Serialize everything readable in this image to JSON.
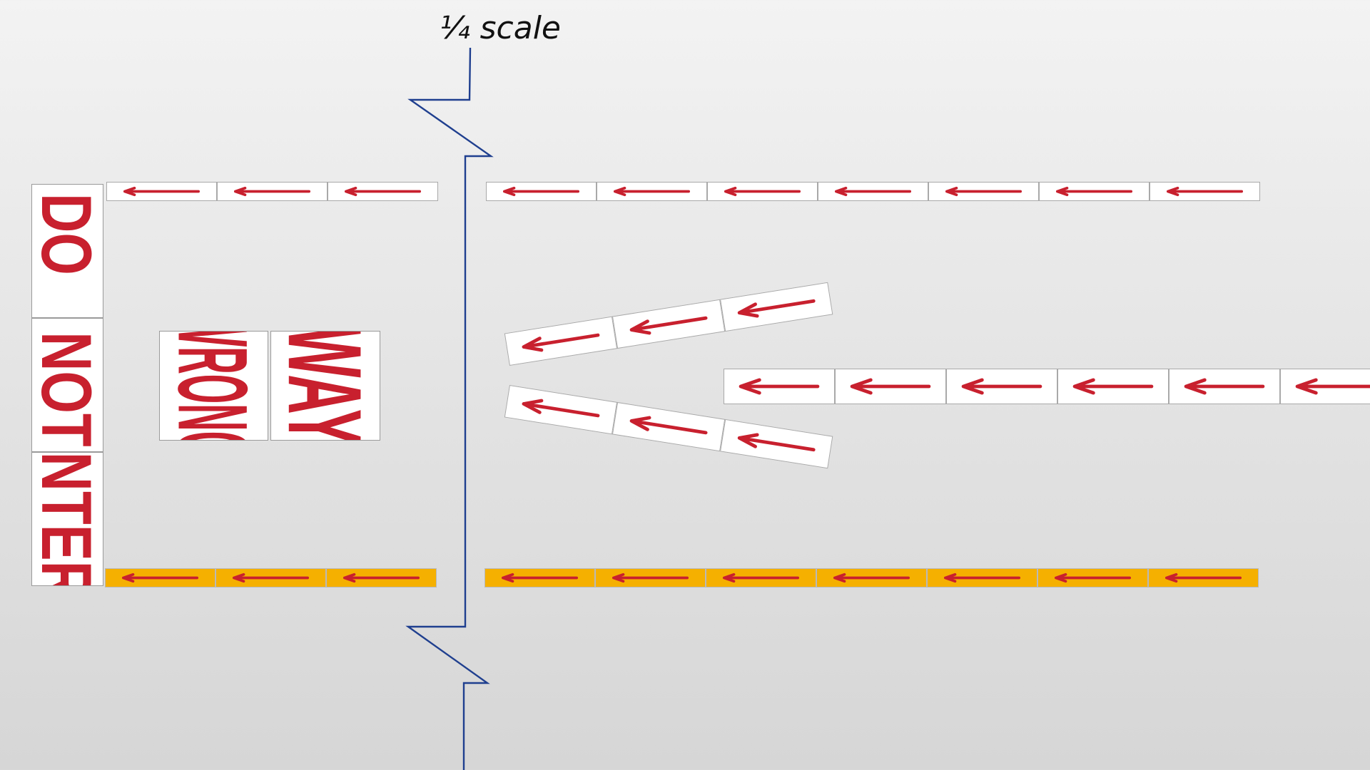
{
  "scale_label": "¼ scale",
  "do_not_enter": {
    "words": [
      "DO",
      "NOT",
      "ENTER"
    ],
    "text_color": "#c8202e"
  },
  "wrong_way": {
    "words": [
      "WRONG",
      "WAY"
    ],
    "text_color": "#c8202e"
  },
  "arrow_rows": [
    {
      "name": "top-row-left",
      "tile_count": 3,
      "style": "white"
    },
    {
      "name": "top-row-right",
      "tile_count": 7,
      "style": "white"
    },
    {
      "name": "merge-upper-row",
      "tile_count": 3,
      "style": "white"
    },
    {
      "name": "merge-lower-row",
      "tile_count": 3,
      "style": "white"
    },
    {
      "name": "middle-row",
      "tile_count": 6,
      "style": "white"
    },
    {
      "name": "bottom-row-left",
      "tile_count": 3,
      "style": "amber"
    },
    {
      "name": "bottom-row-right",
      "tile_count": 7,
      "style": "amber"
    }
  ],
  "arrow_direction": "left",
  "colors": {
    "arrow_red": "#c8202e",
    "amber": "#f5b000",
    "tile_white": "#ffffff",
    "break_line_blue": "#1f3f8f"
  }
}
